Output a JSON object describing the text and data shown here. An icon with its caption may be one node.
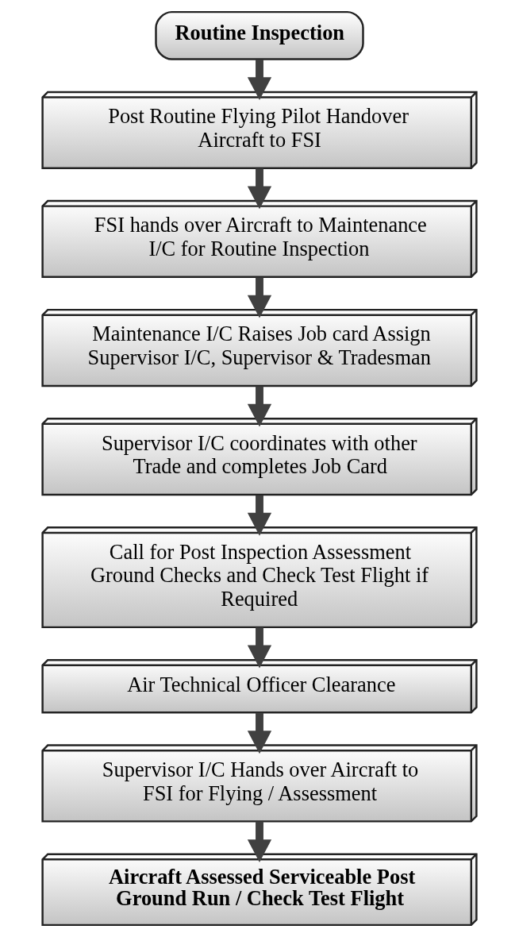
{
  "diagram": {
    "nodes": [
      {
        "text": [
          "Routine Inspection"
        ]
      },
      {
        "text": [
          "Post Routine Flying Pilot Handover Aircraft to FSI"
        ]
      },
      {
        "text": [
          "FSI hands over Aircraft to Maintenance I/C for Routine Inspection"
        ]
      },
      {
        "text": [
          "Maintenance I/C Raises Job card Assign Supervisor I/C, Supervisor & Tradesman"
        ]
      },
      {
        "text": [
          "Supervisor I/C coordinates with other Trade and completes Job Card"
        ]
      },
      {
        "text": [
          "Call for Post Inspection Assessment Ground Checks and Check Test Flight if Required"
        ]
      },
      {
        "text": [
          "Air Technical Officer Clearance"
        ]
      },
      {
        "text": [
          "Supervisor I/C Hands over Aircraft to FSI for Flying / Assessment"
        ]
      },
      {
        "text": [
          "Aircraft Assessed Serviceable Post Ground Run / Check Test Flight"
        ]
      }
    ],
    "edges": [
      {
        "from": 0,
        "to": 1,
        "arrow": "to"
      },
      {
        "from": 1,
        "to": 2,
        "arrow": "to"
      },
      {
        "from": 2,
        "to": 3,
        "arrow": "to"
      },
      {
        "from": 3,
        "to": 4,
        "arrow": "to"
      },
      {
        "from": 4,
        "to": 5,
        "arrow": "to"
      },
      {
        "from": 5,
        "to": 6,
        "arrow": "to"
      },
      {
        "from": 6,
        "to": 7,
        "arrow": "to"
      },
      {
        "from": 7,
        "to": 8,
        "arrow": "to"
      }
    ]
  }
}
